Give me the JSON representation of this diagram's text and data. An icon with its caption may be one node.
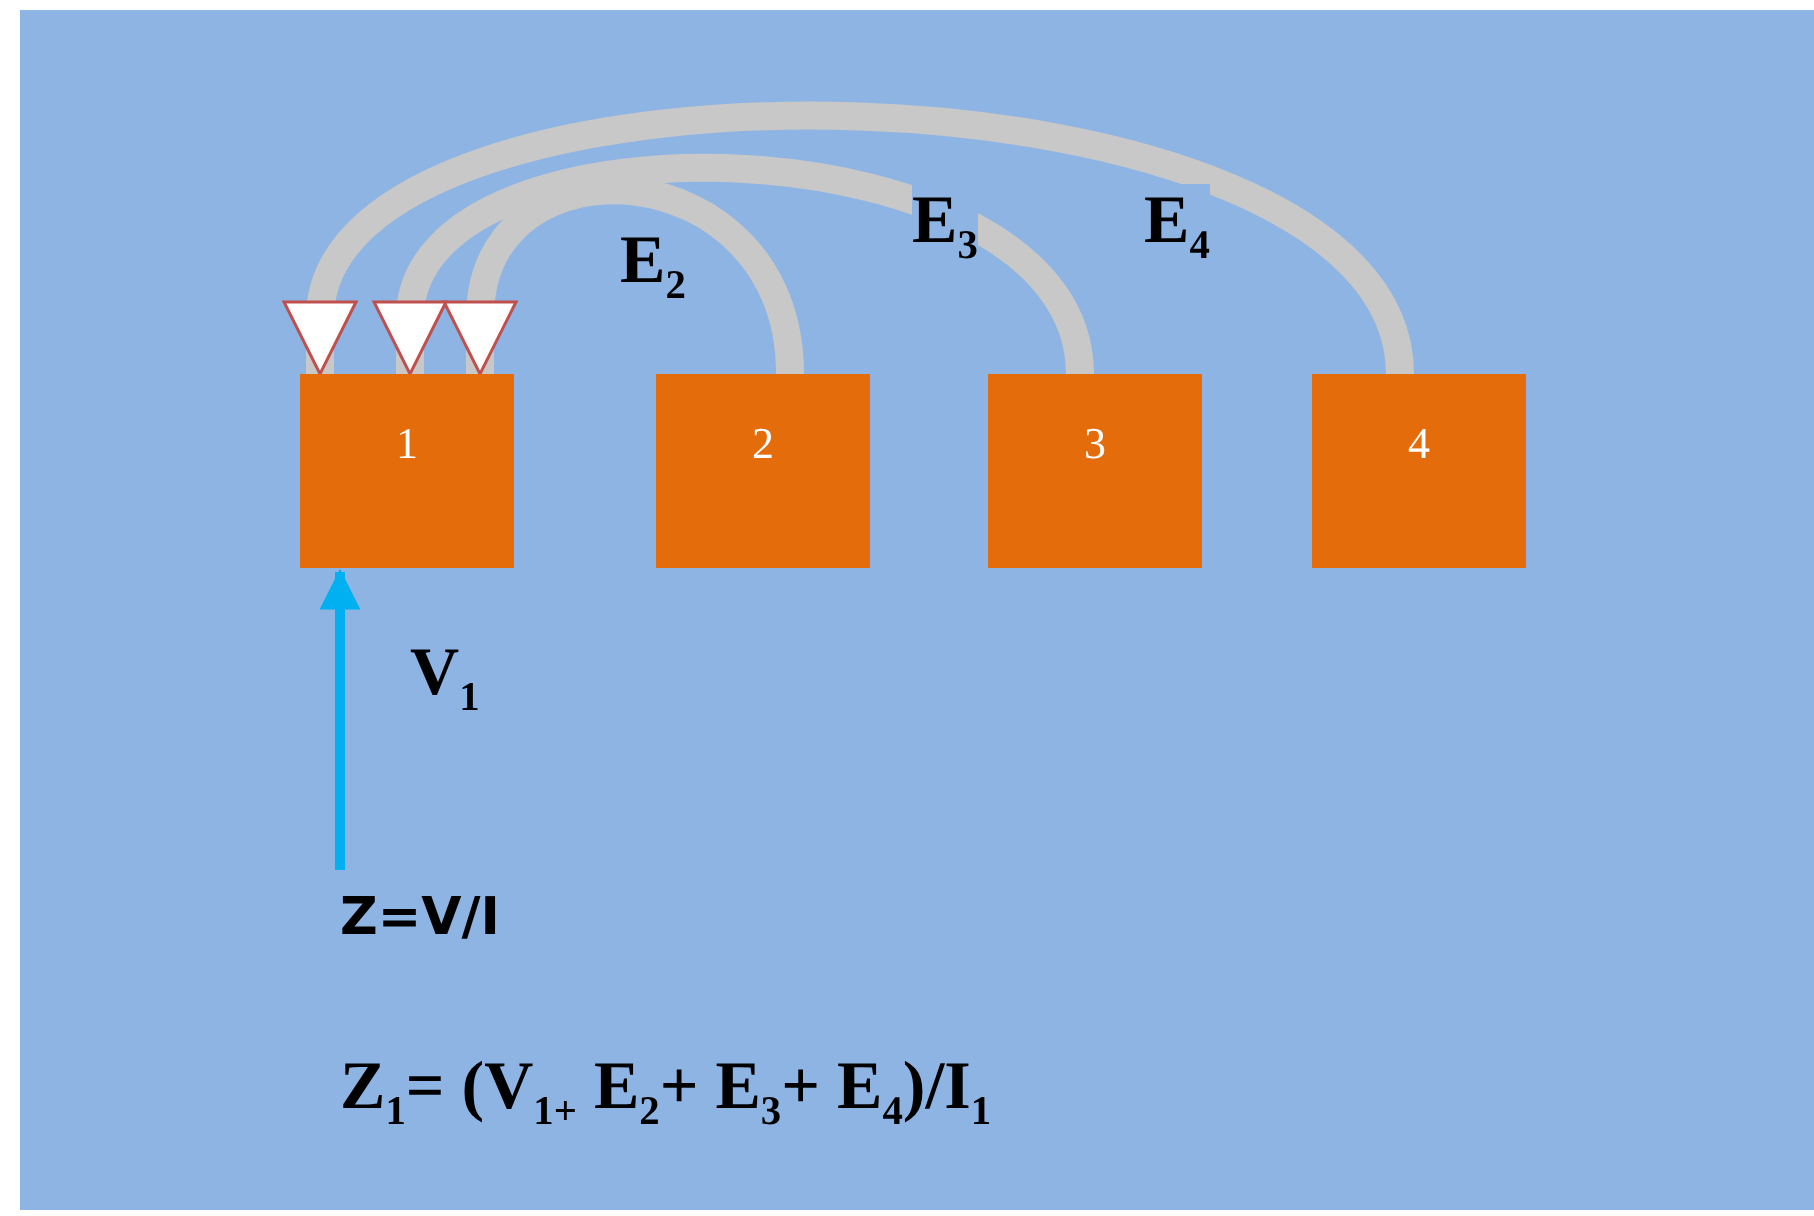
{
  "diagram": {
    "nodes": [
      {
        "text": [
          "1"
        ]
      },
      {
        "text": [
          "2"
        ]
      },
      {
        "text": [
          "3"
        ]
      },
      {
        "text": [
          "4"
        ]
      }
    ],
    "edges": [
      {
        "from": 1,
        "to": 0,
        "arrow": "to",
        "label": "E$_{2}$"
      },
      {
        "from": 2,
        "to": 0,
        "arrow": "to",
        "label": "E$_{3}$"
      },
      {
        "from": 3,
        "to": 0,
        "arrow": "to",
        "label": "E$_{4}$"
      },
      {
        "from": null,
        "to": 0,
        "arrow": "to",
        "label": "V$_{1}$",
        "color": "#00b0f0"
      }
    ],
    "labels": [
      "Z=V/I",
      "Z$_{1}$= (V$_{1+}$ E$_{2}$+ E$_{3}$+ E$_{4}$)/I$_{1}$"
    ]
  }
}
